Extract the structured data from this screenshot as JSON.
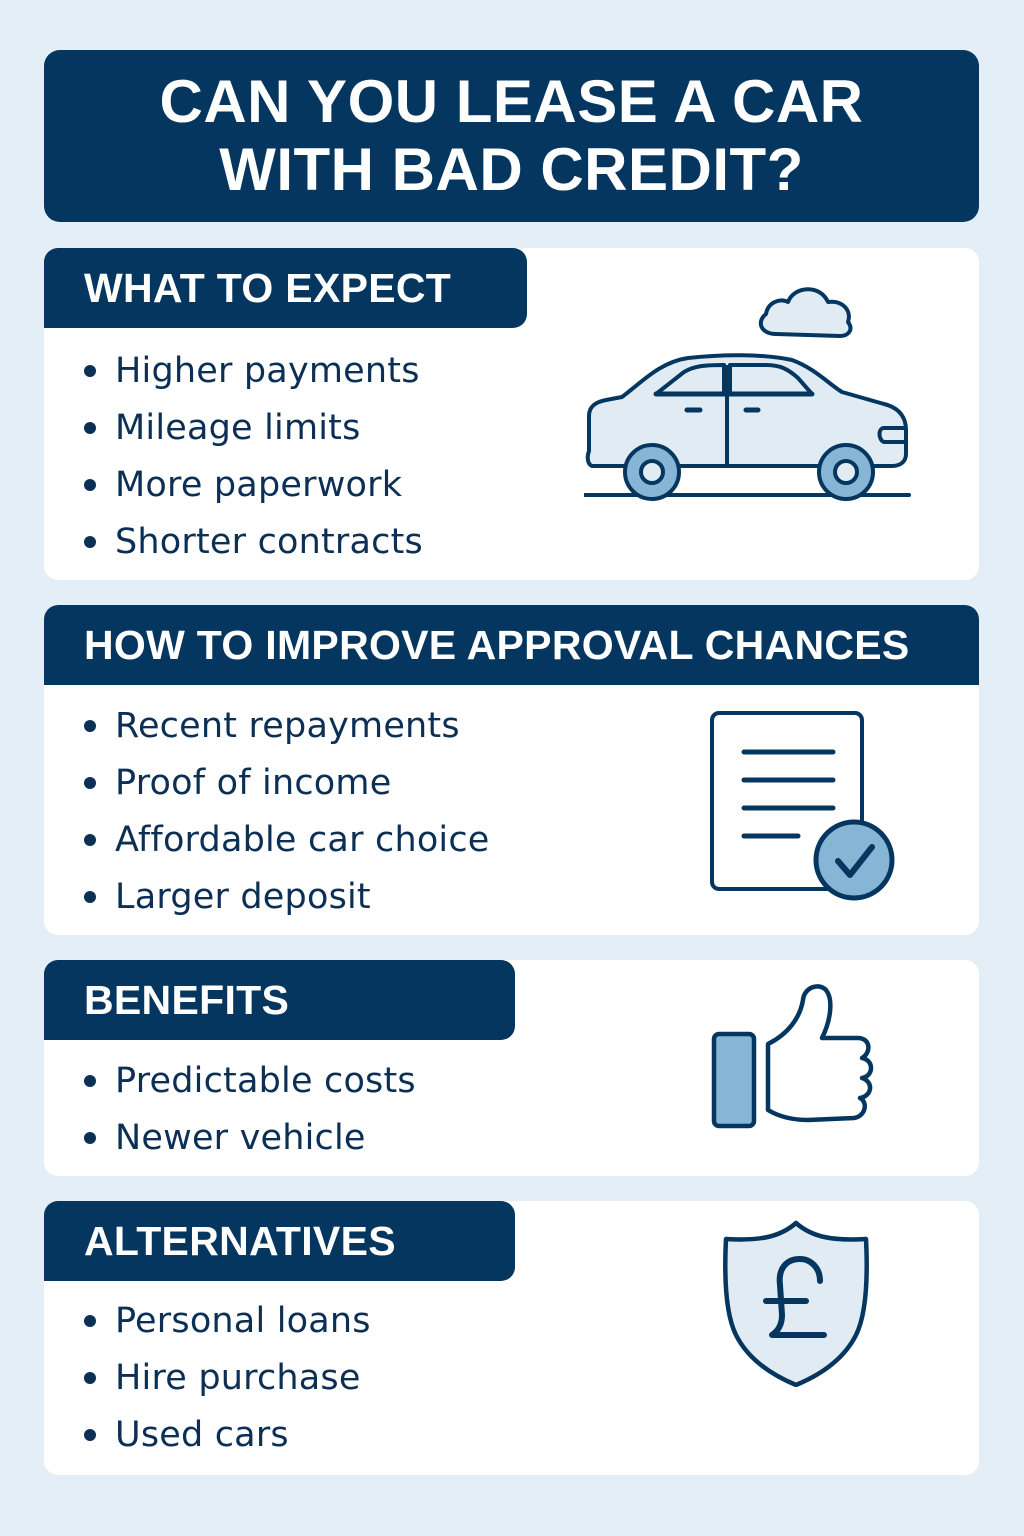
{
  "title": {
    "line1": "CAN YOU LEASE A CAR",
    "line2": "WITH BAD CREDIT?"
  },
  "colors": {
    "background": "#e3eef6",
    "navy": "#04365f",
    "card": "#ffffff",
    "text": "#0c2f55",
    "icon_fill_light": "#e1ebf4",
    "icon_fill_accent": "#86b5d5"
  },
  "sections": [
    {
      "id": "what-to-expect",
      "heading": "WHAT TO EXPECT",
      "icon": "car-icon",
      "items": [
        "Higher payments",
        "Mileage limits",
        "More paperwork",
        "Shorter contracts"
      ]
    },
    {
      "id": "improve-approval",
      "heading": "HOW TO IMPROVE APPROVAL CHANCES",
      "icon": "document-check-icon",
      "items": [
        "Recent repayments",
        "Proof of income",
        "Affordable car choice",
        "Larger deposit"
      ]
    },
    {
      "id": "benefits",
      "heading": "BENEFITS",
      "icon": "thumbs-up-icon",
      "items": [
        "Predictable costs",
        "Newer vehicle"
      ]
    },
    {
      "id": "alternatives",
      "heading": "ALTERNATIVES",
      "icon": "pound-shield-icon",
      "items": [
        "Personal loans",
        "Hire purchase",
        "Used cars"
      ]
    }
  ]
}
